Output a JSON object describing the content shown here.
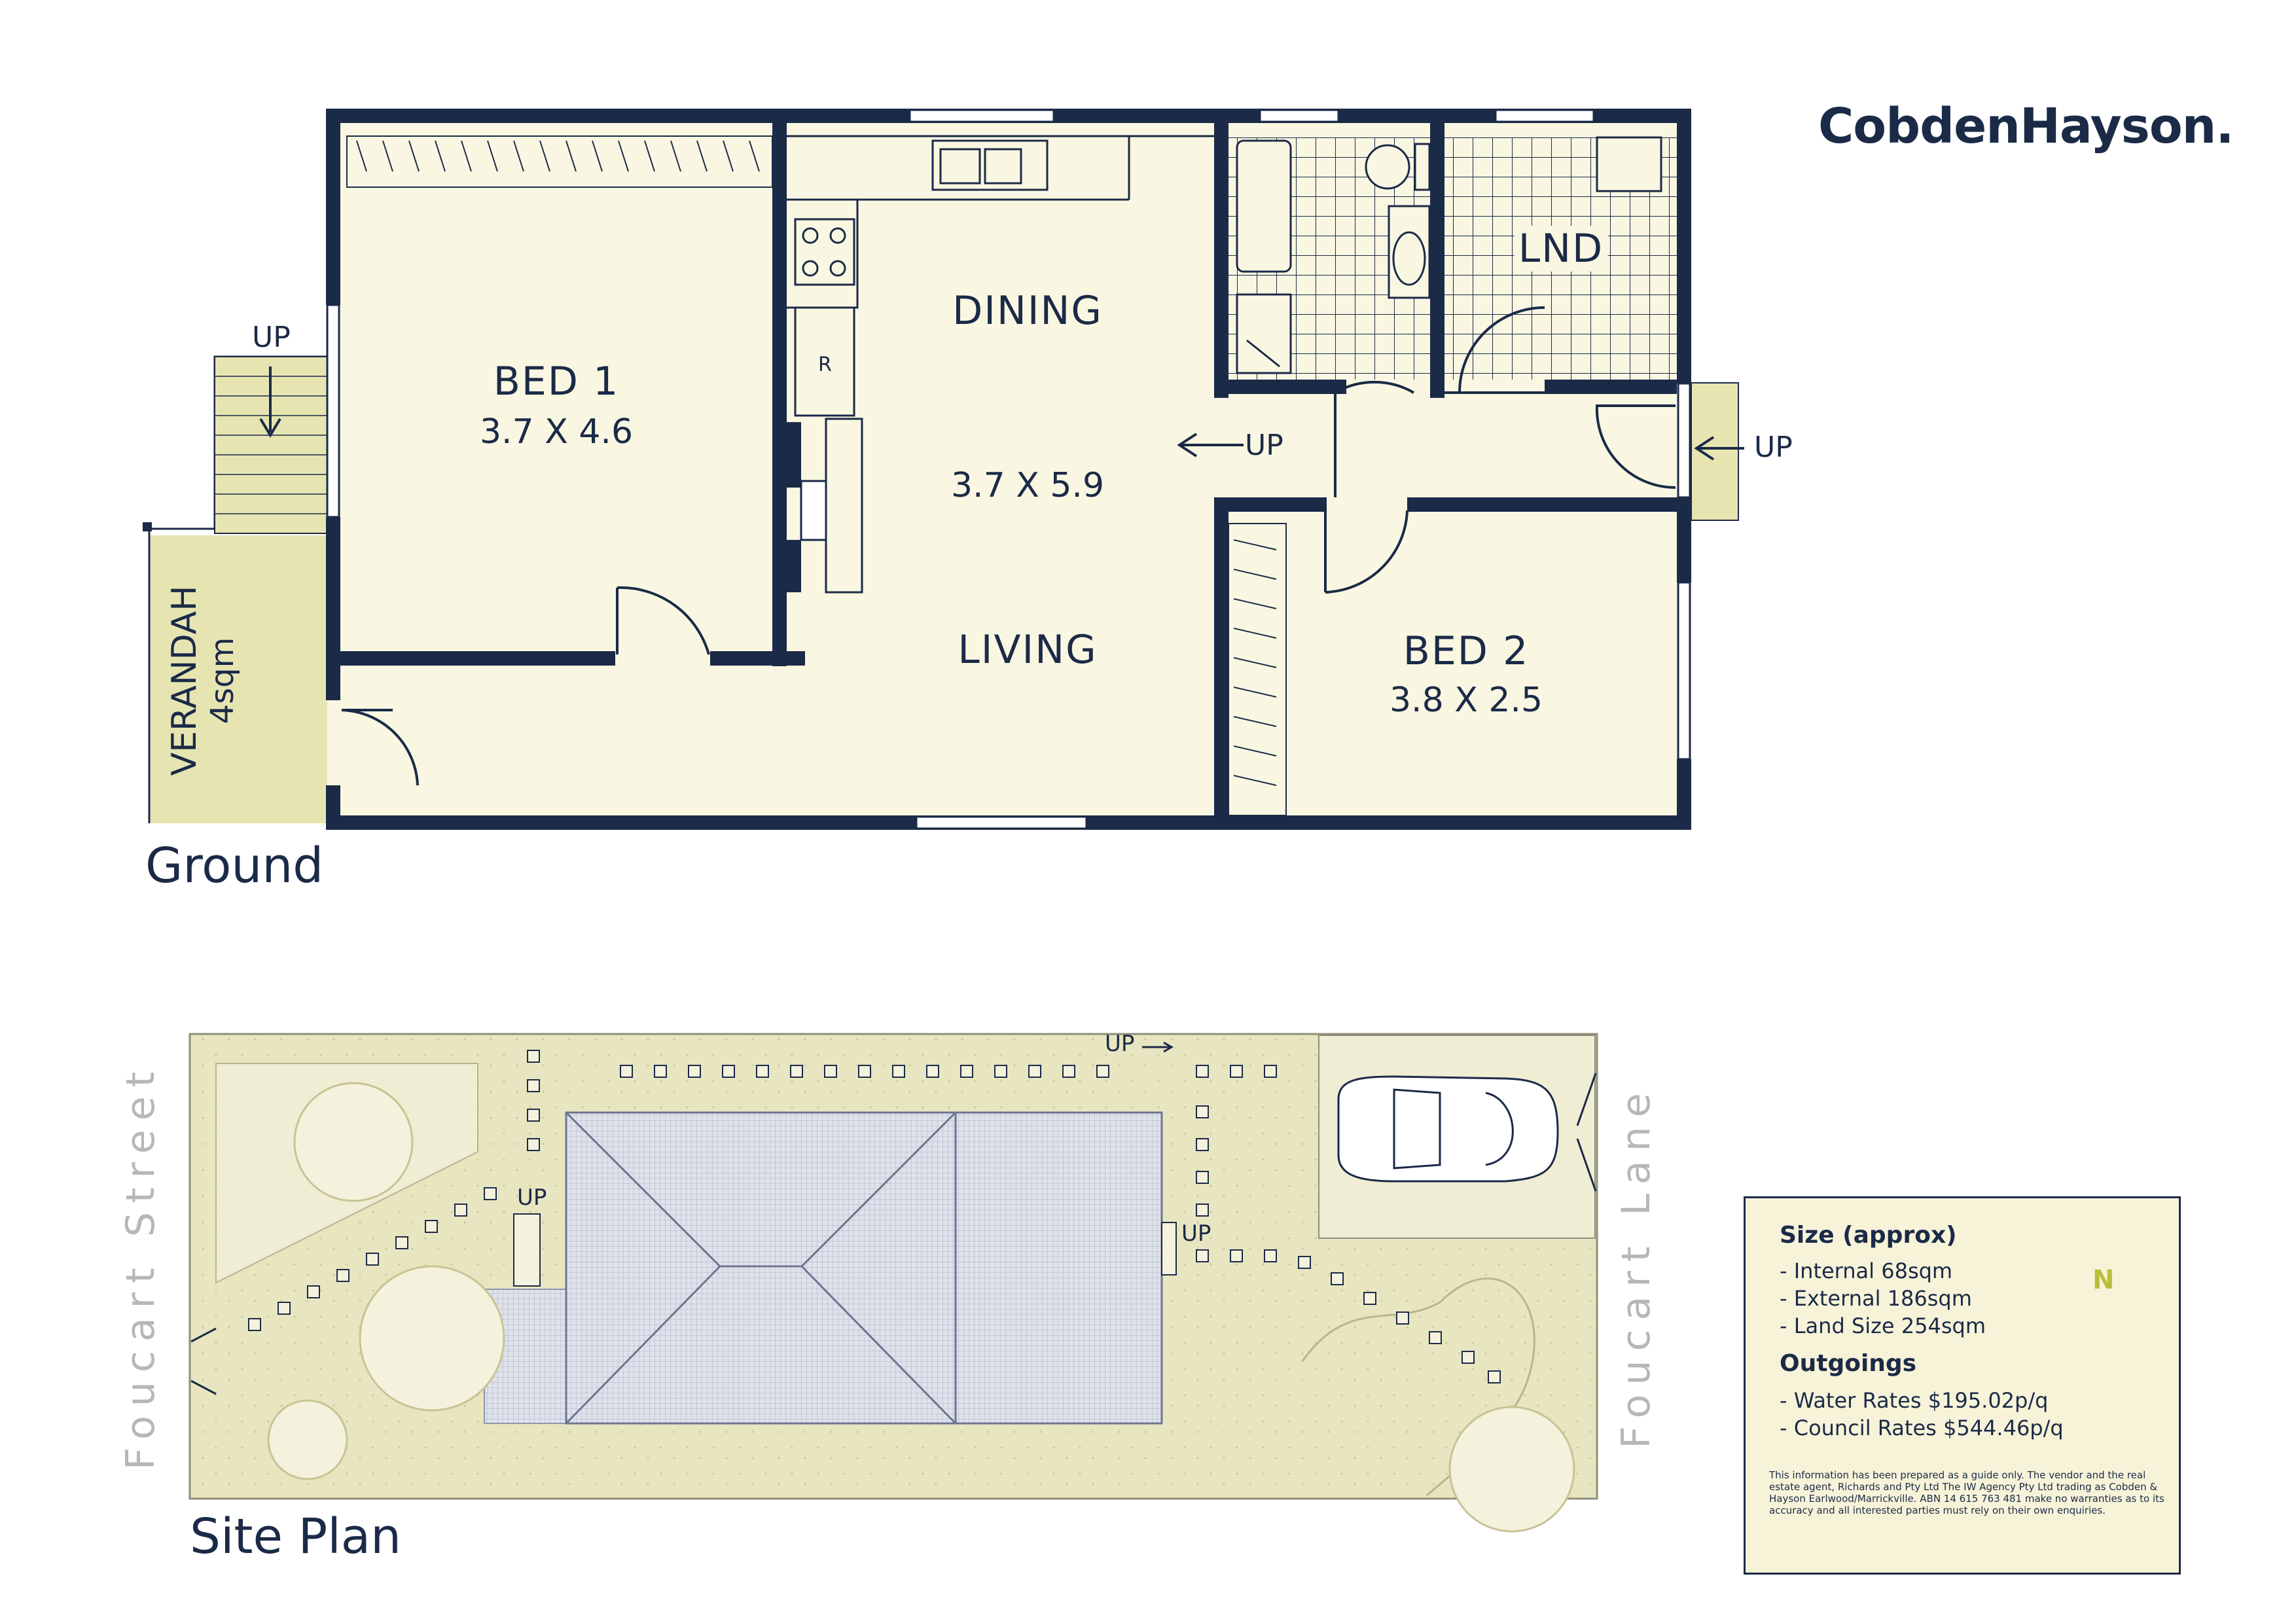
{
  "brand": "CobdenHayson.",
  "sections": {
    "ground": "Ground",
    "site_plan": "Site Plan"
  },
  "rooms": {
    "bed1": {
      "name": "BED 1",
      "size": "3.7 X 4.6"
    },
    "dining": {
      "name": "DINING"
    },
    "living_size": "3.7 X 5.9",
    "living": {
      "name": "LIVING"
    },
    "bed2": {
      "name": "BED 2",
      "size": "3.8 X 2.5"
    },
    "laundry": {
      "name": "LND"
    },
    "verandah": {
      "name": "VERANDAH",
      "size": "4sqm"
    },
    "fridge": "R"
  },
  "markers": {
    "up": "UP"
  },
  "streets": {
    "left": "Foucart Street",
    "right": "Foucart Lane"
  },
  "info": {
    "size_heading": "Size (approx)",
    "size_items": [
      "- Internal 68sqm",
      "- External 186sqm",
      "- Land Size 254sqm"
    ],
    "outgoings_heading": "Outgoings",
    "outgoing_items": [
      "- Water Rates $195.02p/q",
      "- Council Rates $544.46p/q"
    ],
    "compass": "N",
    "disclaimer": "This information has been prepared as a guide only. The vendor and the real estate agent, Richards and Pty Ltd The IW Agency Pty Ltd trading as Cobden & Hayson Earlwood/Marrickville. ABN 14 615 763 481 make no warranties as to its accuracy and all interested parties must rely on their own enquiries."
  },
  "colors": {
    "wall": "#1b2a47",
    "floor": "#f9f7e2",
    "verandah": "#e6e5b2",
    "yard": "#e8e6c0",
    "roof": "#dfe2ea"
  }
}
